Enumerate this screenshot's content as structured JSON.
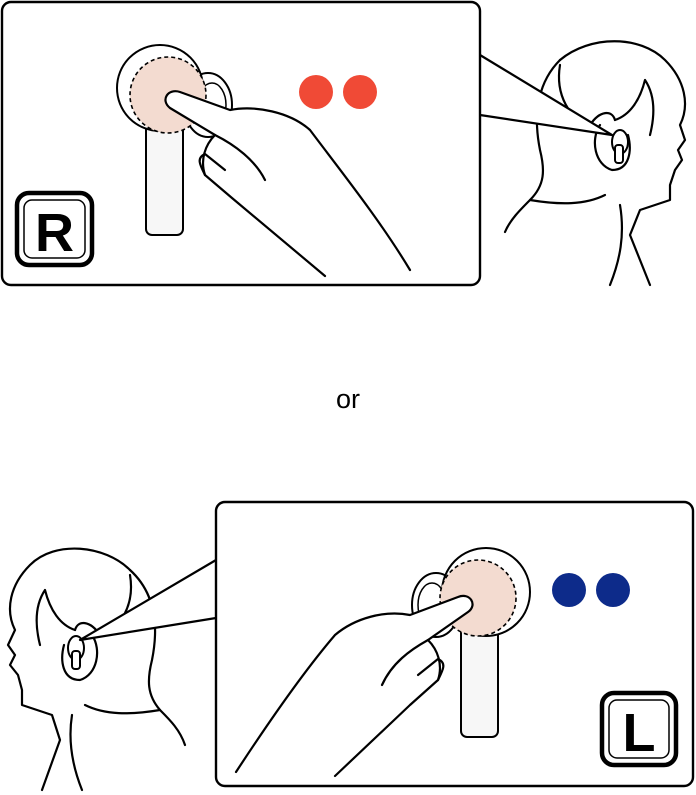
{
  "right_panel": {
    "side_label": "R",
    "dot_color": "#f04a36",
    "dot_count": 2
  },
  "left_panel": {
    "side_label": "L",
    "dot_color": "#0d2b8a",
    "dot_count": 2
  },
  "separator_text": "or",
  "colors": {
    "skin": "#f3dbd0",
    "stroke": "#000000",
    "earbud_body": "#f7f7f7"
  }
}
